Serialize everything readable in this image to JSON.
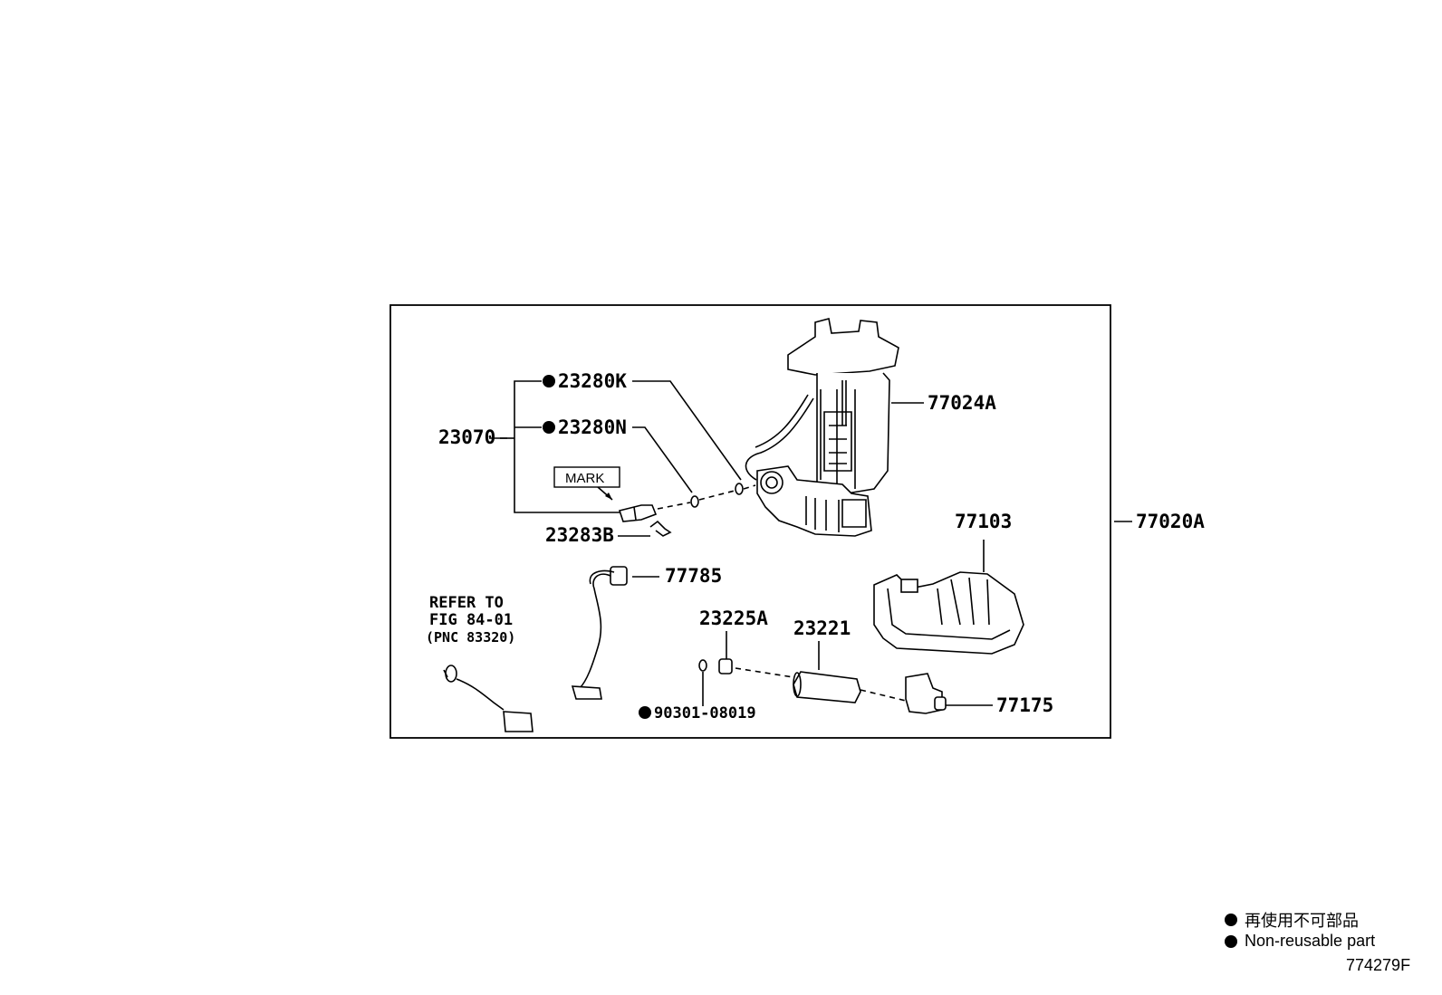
{
  "diagram": {
    "labels": {
      "p23280K": "23280K",
      "p23280N": "23280N",
      "p23070": "23070",
      "mark": "MARK",
      "p23283B": "23283B",
      "p77785": "77785",
      "p77024A": "77024A",
      "p77020A": "77020A",
      "p77103": "77103",
      "p23225A": "23225A",
      "p23221": "23221",
      "p77175": "77175",
      "p90301": "90301-08019",
      "refer_line1": "REFER TO",
      "refer_line2": "FIG 84-01",
      "refer_line3": "(PNC 83320)"
    }
  },
  "legend": {
    "jp": "再使用不可部品",
    "en": "Non-reusable part"
  },
  "figure_id": "774279F"
}
